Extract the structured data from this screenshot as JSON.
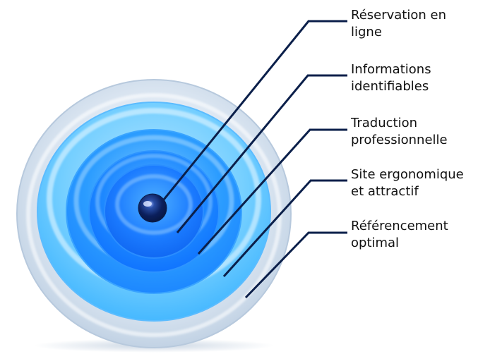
{
  "diagram": {
    "type": "concentric-target",
    "rings": [
      {
        "label_lines": [
          "Réservation en",
          "ligne"
        ]
      },
      {
        "label_lines": [
          "Informations",
          "identifiables"
        ]
      },
      {
        "label_lines": [
          "Traduction",
          "professionnelle"
        ]
      },
      {
        "label_lines": [
          "Site ergonomique",
          "et attractif"
        ]
      },
      {
        "label_lines": [
          "Référencement",
          "optimal"
        ]
      }
    ],
    "colors": {
      "leader_line": "#0b1f4a",
      "label_text": "#111111",
      "outer_ring": "#dce7f2",
      "ring_light_blue": "#63c7ff",
      "ring_mid_blue": "#2b9cff",
      "ring_blue": "#1a86ff",
      "core_blue": "#1c78ff",
      "center_sphere": "#0a1f5c"
    }
  }
}
